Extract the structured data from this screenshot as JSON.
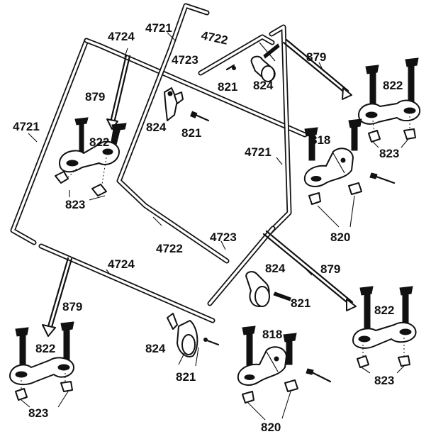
{
  "diagram": {
    "part_labels": [
      {
        "id": "l1",
        "text": "4721"
      },
      {
        "id": "l2",
        "text": "4722"
      },
      {
        "id": "l3",
        "text": "4724"
      },
      {
        "id": "l4",
        "text": "4723"
      },
      {
        "id": "l5",
        "text": "879"
      },
      {
        "id": "l6",
        "text": "821"
      },
      {
        "id": "l7",
        "text": "824"
      },
      {
        "id": "l8",
        "text": "822"
      },
      {
        "id": "l9",
        "text": "879"
      },
      {
        "id": "l10",
        "text": "824"
      },
      {
        "id": "l11",
        "text": "821"
      },
      {
        "id": "l12",
        "text": "4721"
      },
      {
        "id": "l13",
        "text": "822"
      },
      {
        "id": "l14",
        "text": "818"
      },
      {
        "id": "l15",
        "text": "823"
      },
      {
        "id": "l16",
        "text": "4721"
      },
      {
        "id": "l17",
        "text": "823"
      },
      {
        "id": "l18",
        "text": "820"
      },
      {
        "id": "l19",
        "text": "4722"
      },
      {
        "id": "l20",
        "text": "4723"
      },
      {
        "id": "l21",
        "text": "824"
      },
      {
        "id": "l22",
        "text": "879"
      },
      {
        "id": "l23",
        "text": "4724"
      },
      {
        "id": "l24",
        "text": "821"
      },
      {
        "id": "l25",
        "text": "879"
      },
      {
        "id": "l26",
        "text": "822"
      },
      {
        "id": "l27",
        "text": "824"
      },
      {
        "id": "l28",
        "text": "818"
      },
      {
        "id": "l29",
        "text": "822"
      },
      {
        "id": "l30",
        "text": "821"
      },
      {
        "id": "l31",
        "text": "823"
      },
      {
        "id": "l32",
        "text": "823"
      },
      {
        "id": "l33",
        "text": "820"
      }
    ]
  }
}
